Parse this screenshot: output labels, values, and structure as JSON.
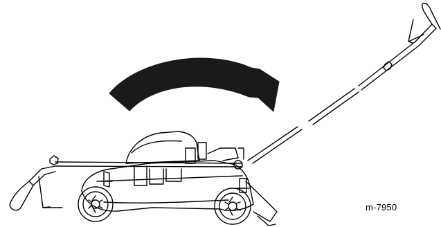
{
  "figure": {
    "id_label": "m-7950"
  },
  "subjects": {
    "lawn_mower": "lawn-mower",
    "handle_lowered": "handle-lowered-position",
    "handle_raised": "handle-raised-position",
    "rotation_arrow": "rotation-arrow"
  },
  "colors": {
    "ink": "#000000",
    "arrow_fill": "#1a1a1a",
    "background": "#ffffff"
  }
}
